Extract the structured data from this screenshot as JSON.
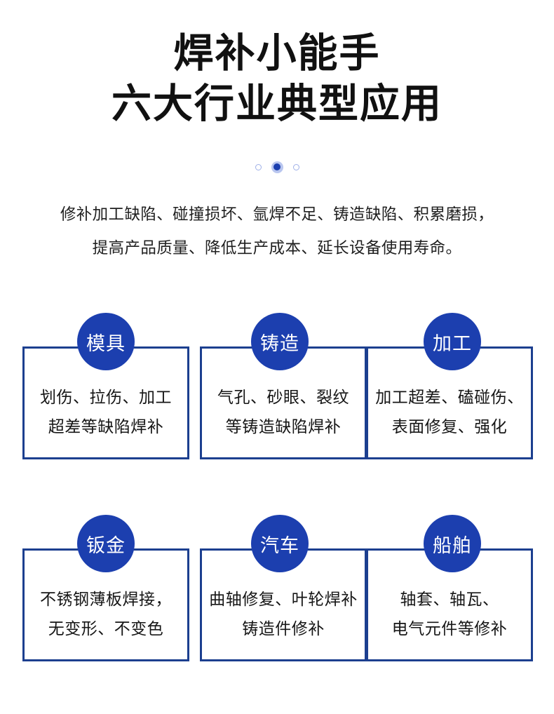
{
  "heading": {
    "line1": "焊补小能手",
    "line2": "六大行业典型应用"
  },
  "carousel": {
    "dots": [
      {
        "name": "dot-1",
        "active": false
      },
      {
        "name": "dot-2",
        "active": true
      },
      {
        "name": "dot-3",
        "active": false
      }
    ],
    "active_index": 1,
    "dot_active_color": "#1c3faf",
    "dot_halo_color": "#b9c6ef",
    "dot_inactive_border_color": "#9fb0e8"
  },
  "subtitle": {
    "line1": "修补加工缺陷、碰撞损坏、氩焊不足、铸造缺陷、积累磨损，",
    "line2": "提高产品质量、降低生产成本、延长设备使用寿命。"
  },
  "theme": {
    "badge_fill": "#1c3faf",
    "card_border": "#1c3f8f",
    "badge_text": "#ffffff",
    "body_text": "#161616",
    "background": "#ffffff"
  },
  "cards": [
    {
      "badge": "模具",
      "line1": "划伤、拉伤、加工",
      "line2": "超差等缺陷焊补"
    },
    {
      "badge": "铸造",
      "line1": "气孔、砂眼、裂纹",
      "line2": "等铸造缺陷焊补"
    },
    {
      "badge": "加工",
      "line1": "加工超差、磕碰伤、",
      "line2": "表面修复、强化"
    },
    {
      "badge": "钣金",
      "line1": "不锈钢薄板焊接，",
      "line2": "无变形、不变色"
    },
    {
      "badge": "汽车",
      "line1": "曲轴修复、叶轮焊补",
      "line2": "铸造件修补"
    },
    {
      "badge": "船舶",
      "line1": "轴套、轴瓦、",
      "line2": "电气元件等修补"
    }
  ]
}
